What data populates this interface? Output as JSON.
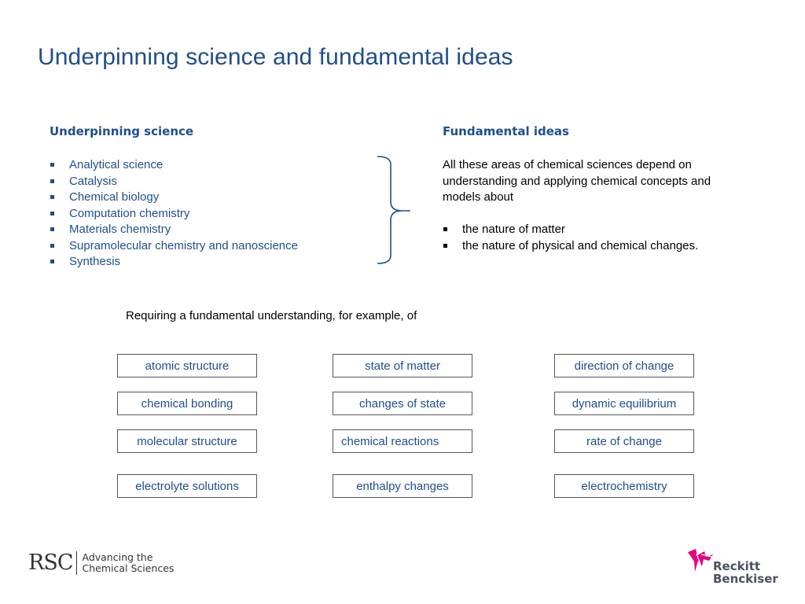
{
  "slide": {
    "title": "Underpinning science and fundamental ideas"
  },
  "left_column": {
    "heading": "Underpinning science",
    "items": [
      "Analytical science",
      "Catalysis",
      "Chemical biology",
      "Computation chemistry",
      "Materials chemistry",
      "Supramolecular chemistry and nanoscience",
      "Synthesis"
    ]
  },
  "right_column": {
    "heading": "Fundamental ideas",
    "paragraph_lines": [
      "All these areas of chemical sciences depend on",
      "understanding and applying chemical concepts and",
      "models about"
    ],
    "items": [
      "the nature of matter",
      "the nature of physical and chemical changes."
    ]
  },
  "intro_text": "Requiring a fundamental understanding, for example, of",
  "boxes": {
    "col1": [
      "atomic structure",
      "chemical bonding",
      "molecular structure",
      "electrolyte solutions"
    ],
    "col2": [
      "state of matter",
      "changes of state",
      "chemical reactions",
      "enthalpy changes"
    ],
    "col3": [
      "direction of change",
      "dynamic equilibrium",
      "rate of change",
      "electrochemistry"
    ]
  },
  "footer": {
    "rsc_mark": "RSC",
    "rsc_tagline_1": "Advancing the",
    "rsc_tagline_2": "Chemical Sciences",
    "rb_name_1": "Reckitt",
    "rb_name_2": "Benckiser"
  },
  "colors": {
    "accent_blue": "#1f4e8c",
    "rb_pink": "#e6007e"
  }
}
